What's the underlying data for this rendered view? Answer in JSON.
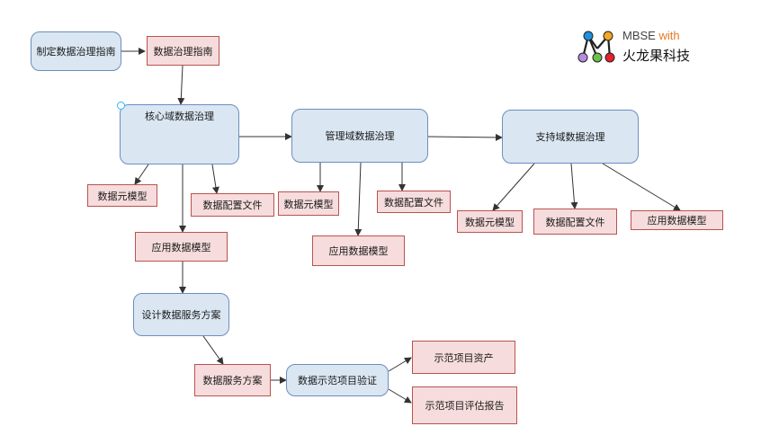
{
  "diagram": {
    "nodes": {
      "define_guide": "制定数据治理指南",
      "guide_doc": "数据治理指南",
      "core_domain": "核心域数据治理",
      "core_meta": "数据元模型",
      "core_config": "数据配置文件",
      "core_app_model": "应用数据模型",
      "design_service": "设计数据服务方案",
      "service_plan": "数据服务方案",
      "demo_verify": "数据示范项目验证",
      "demo_assets": "示范项目资产",
      "demo_report": "示范项目评估报告",
      "mgmt_domain": "管理域数据治理",
      "mgmt_meta": "数据元模型",
      "mgmt_config": "数据配置文件",
      "mgmt_app_model": "应用数据模型",
      "support_domain": "支持域数据治理",
      "support_meta": "数据元模型",
      "support_config": "数据配置文件",
      "support_app_model": "应用数据模型"
    }
  },
  "logo": {
    "brand": "MBSE",
    "with": "with",
    "company": "火龙果科技",
    "colors": {
      "blue": "#1f8fe0",
      "orange": "#f5a623",
      "purple": "#b58ce0",
      "green": "#6cc04a",
      "red": "#e8202a",
      "with_text": "#e87722"
    }
  },
  "colors": {
    "process_fill": "#dae6f2",
    "process_border": "#6c8ebf",
    "artifact_fill": "#f6dcdc",
    "artifact_border": "#b85450",
    "edge": "#333333"
  }
}
